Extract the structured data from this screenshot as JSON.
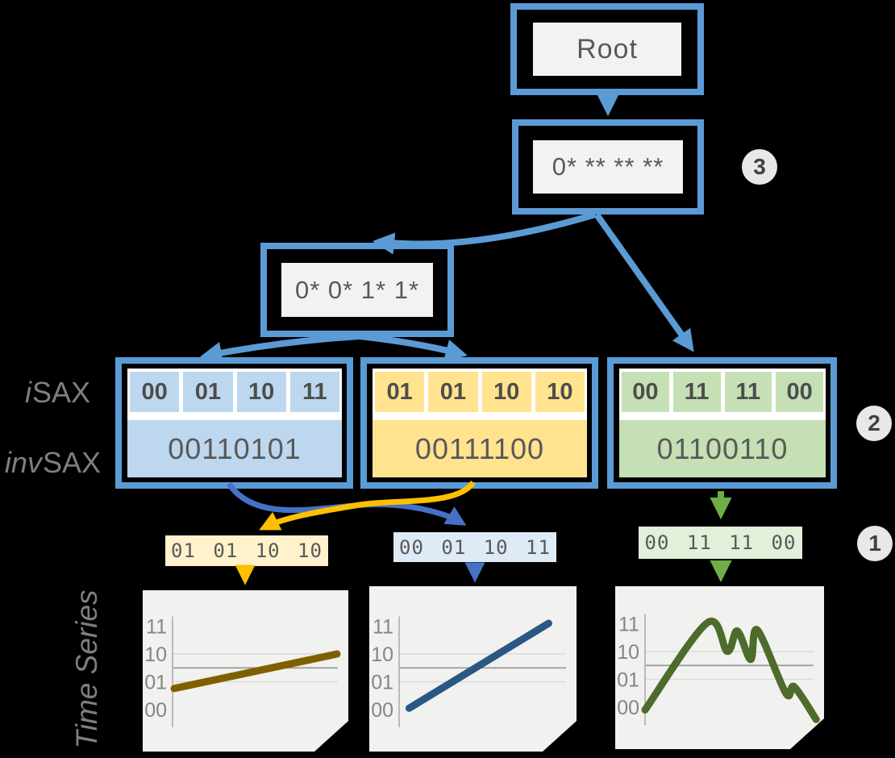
{
  "diagram": {
    "root": {
      "label": "Root"
    },
    "node_level3": {
      "label": "0* ** ** **"
    },
    "node_level2": {
      "label": "0* 0* 1* 1*"
    },
    "badges": {
      "level3": "3",
      "level2": "2",
      "level1": "1"
    },
    "side_labels": {
      "isax_prefix": "i",
      "isax_rest": "SAX",
      "invsax_prefix": "inv",
      "invsax_rest": "SAX"
    },
    "leaves": [
      {
        "id": "blue",
        "cells": [
          "00",
          "01",
          "10",
          "11"
        ],
        "invsax": "00110101"
      },
      {
        "id": "yellow",
        "cells": [
          "01",
          "01",
          "10",
          "10"
        ],
        "invsax": "00111100"
      },
      {
        "id": "green",
        "cells": [
          "00",
          "11",
          "11",
          "00"
        ],
        "invsax": "01100110"
      }
    ],
    "word_labels": [
      {
        "id": "yellow",
        "text": "01 01 10 10"
      },
      {
        "id": "blue",
        "text": "00 01 10 11"
      },
      {
        "id": "green",
        "text": "00 11 11 00"
      }
    ],
    "time_series_label": "Time Series",
    "colors": {
      "node_border_blue": "#5B9BD5",
      "arrow_dark_blue": "#4472C4",
      "arrow_yellow": "#FFC000",
      "arrow_green": "#70AD47",
      "cell_blue": "#BDD7EE",
      "cell_yellow": "#FFE38F",
      "cell_green": "#C5E0B4",
      "label_yellow_bg": "#FFF2CC",
      "label_blue_bg": "#DEEAF6",
      "label_green_bg": "#E2EFD9",
      "node_fill": "#F2F2F2",
      "card_bg": "#F1F1EF"
    }
  },
  "chart_data": {
    "type": "line",
    "group_label": "Time Series",
    "y_unit": "sax_level",
    "y_levels": {
      "00": 0,
      "01": 1,
      "10": 2,
      "11": 3
    },
    "yticks": [
      "11",
      "10",
      "01",
      "00"
    ],
    "charts": [
      {
        "name": "time-series-yellow",
        "color": "#7F6000",
        "points": [
          [
            0.01,
            0.76
          ],
          [
            1.0,
            2.0
          ]
        ]
      },
      {
        "name": "time-series-blue",
        "color": "#2A5783",
        "points": [
          [
            0.06,
            0.05
          ],
          [
            0.9,
            3.1
          ]
        ]
      },
      {
        "name": "time-series-green",
        "color": "#4D6B2B",
        "points": [
          [
            0.0,
            -0.1
          ],
          [
            0.37,
            3.03
          ],
          [
            0.49,
            2.01
          ],
          [
            0.55,
            2.74
          ],
          [
            0.63,
            1.72
          ],
          [
            0.67,
            2.77
          ],
          [
            0.84,
            0.5
          ],
          [
            0.89,
            0.73
          ],
          [
            1.02,
            -0.44
          ]
        ]
      }
    ]
  }
}
